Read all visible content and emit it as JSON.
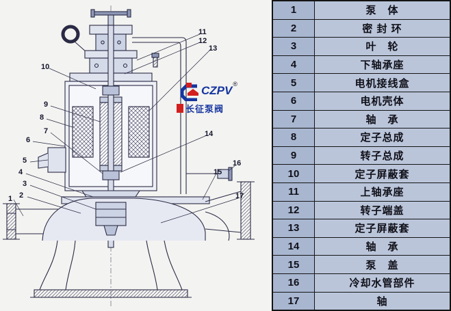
{
  "table": {
    "rows": [
      {
        "num": "1",
        "name": "泵　体"
      },
      {
        "num": "2",
        "name": "密 封 环"
      },
      {
        "num": "3",
        "name": "叶　轮"
      },
      {
        "num": "4",
        "name": "下轴承座"
      },
      {
        "num": "5",
        "name": "电机接线盒"
      },
      {
        "num": "6",
        "name": "电机壳体"
      },
      {
        "num": "7",
        "name": "轴　承"
      },
      {
        "num": "8",
        "name": "定子总成"
      },
      {
        "num": "9",
        "name": "转子总成"
      },
      {
        "num": "10",
        "name": "定子屏蔽套"
      },
      {
        "num": "11",
        "name": "上轴承座"
      },
      {
        "num": "12",
        "name": "转子端盖"
      },
      {
        "num": "13",
        "name": "定子屏蔽套"
      },
      {
        "num": "14",
        "name": "轴　承"
      },
      {
        "num": "15",
        "name": "泵　盖"
      },
      {
        "num": "16",
        "name": "冷却水管部件"
      },
      {
        "num": "17",
        "name": "轴"
      }
    ]
  },
  "callouts": {
    "labels": [
      "1",
      "2",
      "3",
      "4",
      "5",
      "6",
      "7",
      "8",
      "9",
      "10",
      "11",
      "12",
      "13",
      "14",
      "15",
      "16",
      "17"
    ]
  },
  "logo": {
    "brand": "CZPV",
    "registered": "®",
    "subtext": "长征泵阀"
  },
  "colors": {
    "line": "#2a2a45",
    "table_number_bg": "#a8b6d0",
    "table_name_bg": "#bac5da",
    "logo_blue": "#1535a0",
    "logo_red": "#d21f1f"
  }
}
